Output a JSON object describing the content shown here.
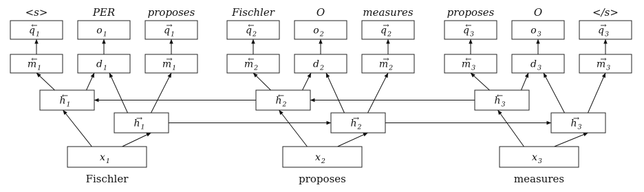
{
  "columns": [
    {
      "input_word": "Fischler",
      "x_sub": "1",
      "outputs": [
        "<s>",
        "PER",
        "proposes"
      ],
      "m_sub": "1",
      "d_sub": "1",
      "o_sub": "1",
      "q_sub": "1",
      "hb_sub": "1",
      "hf_sub": "1"
    },
    {
      "input_word": "proposes",
      "x_sub": "2",
      "outputs": [
        "Fischler",
        "O",
        "measures"
      ],
      "m_sub": "2",
      "d_sub": "2",
      "o_sub": "2",
      "q_sub": "2",
      "hb_sub": "2",
      "hf_sub": "2"
    },
    {
      "input_word": "measures",
      "x_sub": "3",
      "outputs": [
        "proposes",
        "O",
        "</s>"
      ],
      "m_sub": "3",
      "d_sub": "3",
      "o_sub": "3",
      "q_sub": "3",
      "hb_sub": "3",
      "hf_sub": "3"
    }
  ],
  "symbols": {
    "x": "x",
    "h": "h",
    "m": "m",
    "d": "d",
    "o": "o",
    "q": "q",
    "arrow_left": "←",
    "arrow_right": "→"
  }
}
